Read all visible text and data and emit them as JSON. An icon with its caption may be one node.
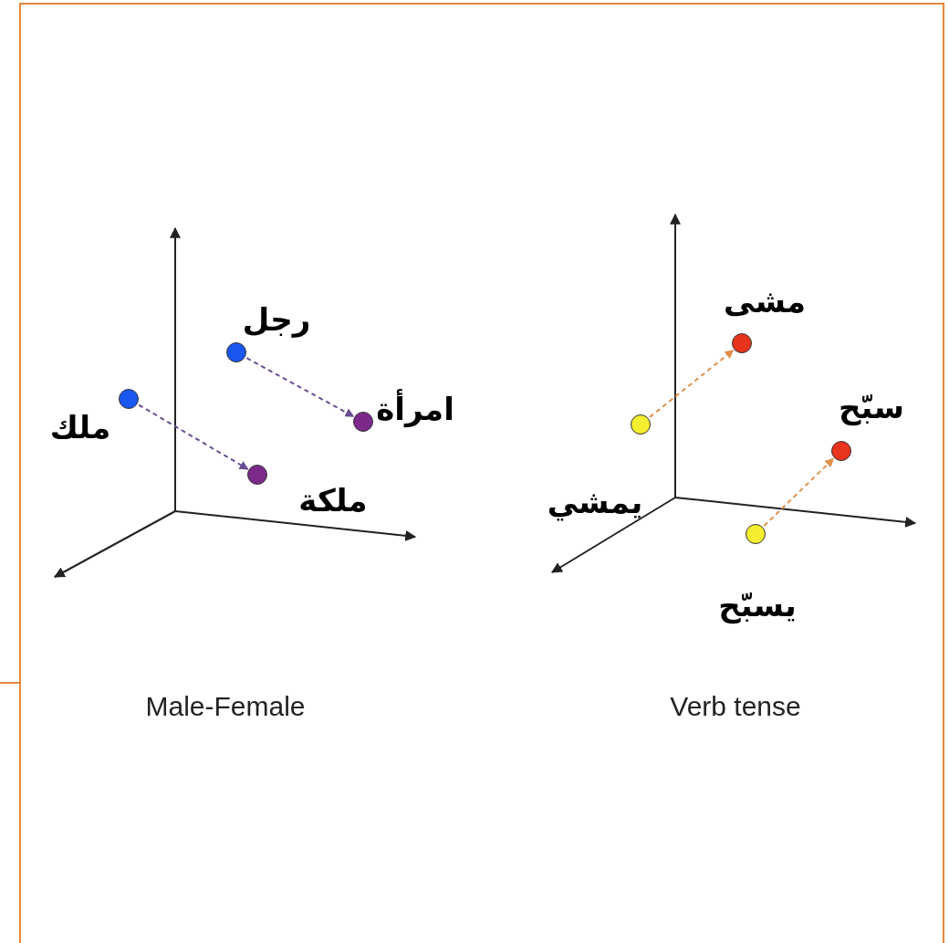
{
  "diagram": {
    "nodes": [
      {
        "text": [],
        "shape": "circle",
        "beside": [
          "رجل"
        ]
      },
      {
        "text": [],
        "shape": "circle",
        "beside": [
          "ملك"
        ]
      },
      {
        "text": [],
        "shape": "circle",
        "beside": [
          "امرأة"
        ]
      },
      {
        "text": [],
        "shape": "circle",
        "beside": [
          "ملكة"
        ]
      },
      {
        "text": [],
        "shape": "circle",
        "beside": [
          "مشى"
        ]
      },
      {
        "text": [],
        "shape": "circle",
        "beside": [
          "يمشي"
        ]
      },
      {
        "text": [],
        "shape": "circle",
        "beside": [
          "سبّح"
        ]
      },
      {
        "text": [],
        "shape": "circle",
        "beside": [
          "يسبّح"
        ]
      }
    ],
    "edges": [
      {
        "from": 0,
        "to": 2,
        "arrow": "to",
        "style": "dashed",
        "color": "#6a4c93"
      },
      {
        "from": 1,
        "to": 3,
        "arrow": "to",
        "style": "dashed",
        "color": "#6a4c93"
      },
      {
        "from": 5,
        "to": 4,
        "arrow": "to",
        "style": "dashed",
        "color": "#e0904a"
      },
      {
        "from": 7,
        "to": 6,
        "arrow": "to",
        "style": "dashed",
        "color": "#e0904a"
      }
    ],
    "labels": [
      "Male-Female",
      "Verb tense"
    ]
  }
}
